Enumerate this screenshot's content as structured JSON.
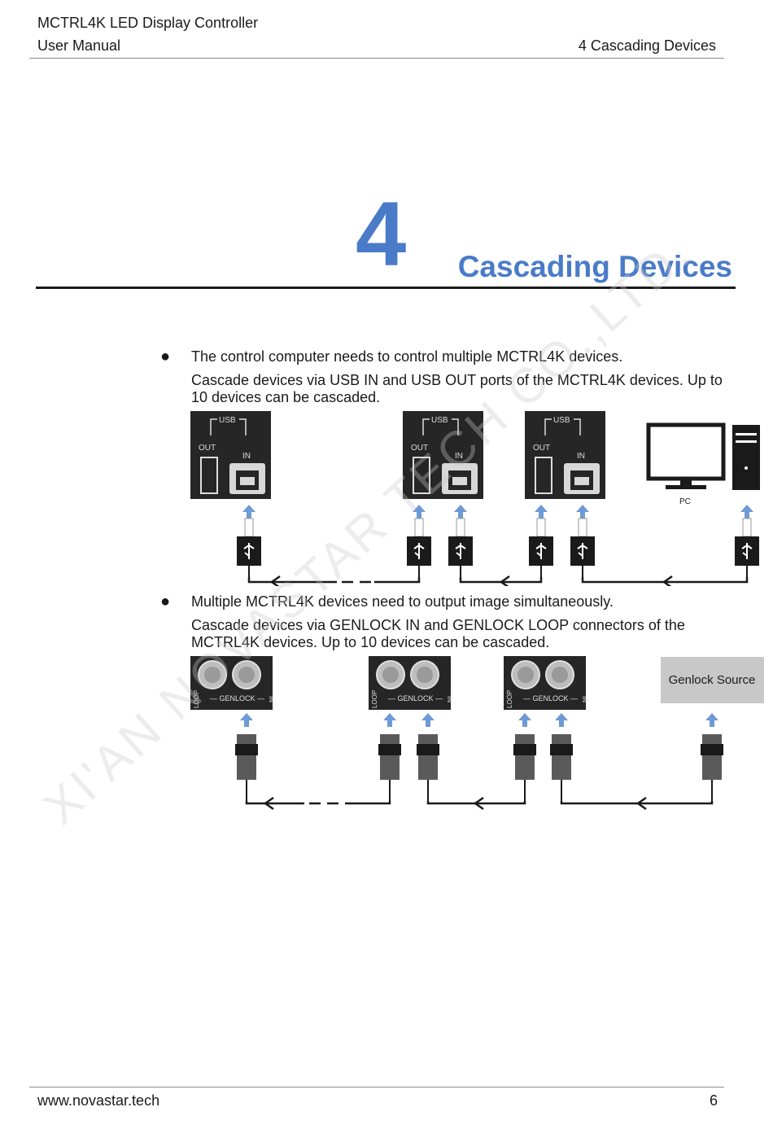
{
  "header": {
    "product": "MCTRL4K LED Display Controller",
    "doc_type": "User Manual",
    "section": "4 Cascading Devices"
  },
  "chapter": {
    "number": "4",
    "title": "Cascading Devices"
  },
  "bullets": [
    {
      "lead": "The control computer needs to control multiple MCTRL4K devices.",
      "detail": "Cascade devices via USB IN and USB OUT ports of the MCTRL4K devices. Up to 10 devices can be cascaded."
    },
    {
      "lead": "Multiple MCTRL4K devices need to output image simultaneously.",
      "detail": "Cascade devices via GENLOCK IN and GENLOCK LOOP connectors of the MCTRL4K devices. Up to 10 devices can be cascaded."
    }
  ],
  "usb_figure": {
    "usb_label": "USB",
    "out_label": "OUT",
    "in_label": "IN",
    "pc_label": "PC"
  },
  "genlock_figure": {
    "loop_label": "LOOP",
    "genlock_label": "— GENLOCK —",
    "in_label": "IN",
    "source_label": "Genlock Source"
  },
  "watermark": "XI'AN NOVASTAR TECH CO.,LTD.",
  "footer": {
    "website": "www.novastar.tech",
    "page": "6"
  },
  "colors": {
    "accent": "#4a7bc8",
    "arrow": "#6e9ad6",
    "device_panel": "#262626"
  }
}
